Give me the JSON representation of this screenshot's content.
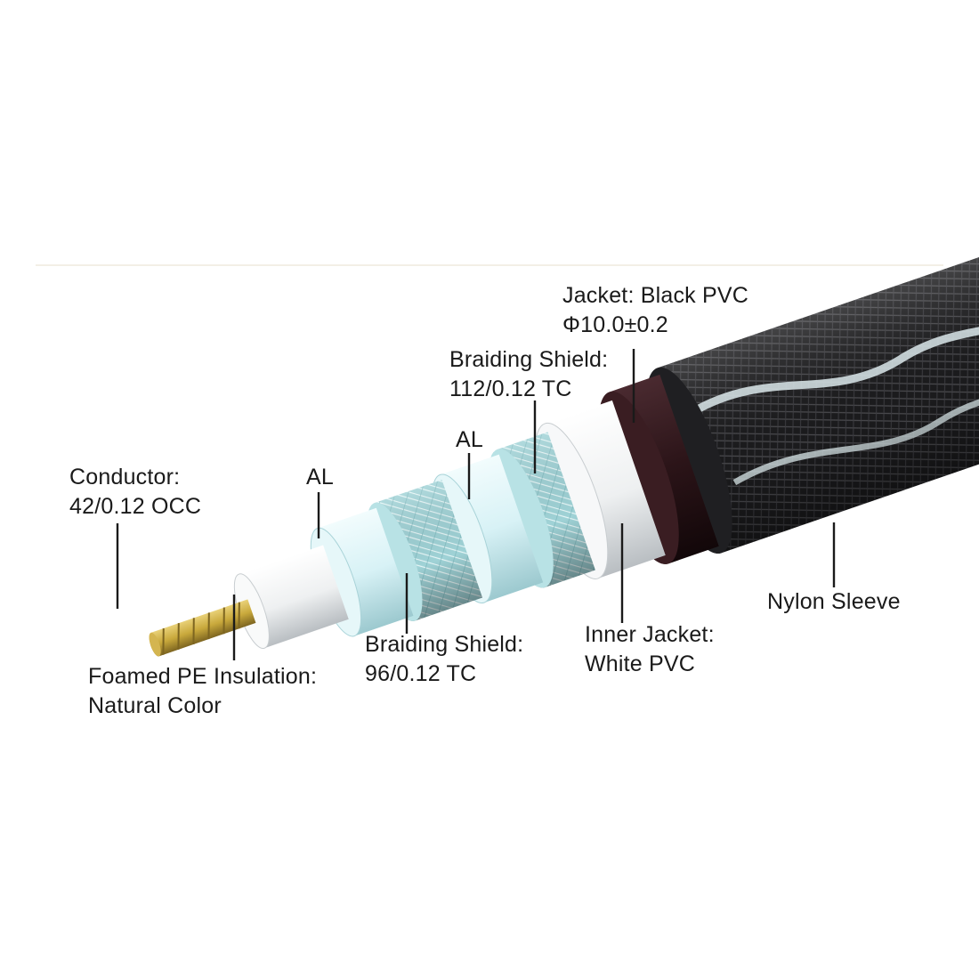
{
  "diagram": {
    "colors": {
      "background": "#ffffff",
      "conductor": "#c9a93c",
      "insulation": "#f2f3f4",
      "al_foil": "#d8f2f6",
      "braid": "#9fd2d6",
      "inner_jacket": "#f2f3f4",
      "outer_jacket": "#2b1418",
      "nylon_sleeve": "#1b1b1d",
      "text": "#1a1a1a"
    },
    "labels": {
      "conductor": {
        "line1": "Conductor:",
        "line2": "42/0.12 OCC"
      },
      "al_first": {
        "line1": "AL"
      },
      "al_second": {
        "line1": "AL"
      },
      "braid_upper": {
        "line1": "Braiding Shield:",
        "line2": "112/0.12 TC"
      },
      "jacket": {
        "line1": "Jacket: Black PVC",
        "line2": "Φ10.0±0.2"
      },
      "nylon": {
        "line1": "Nylon Sleeve"
      },
      "inner_jacket": {
        "line1": "Inner Jacket:",
        "line2": "White PVC"
      },
      "braid_lower": {
        "line1": "Braiding Shield:",
        "line2": "96/0.12 TC"
      },
      "insulation": {
        "line1": "Foamed PE Insulation:",
        "line2": "Natural Color"
      }
    }
  }
}
